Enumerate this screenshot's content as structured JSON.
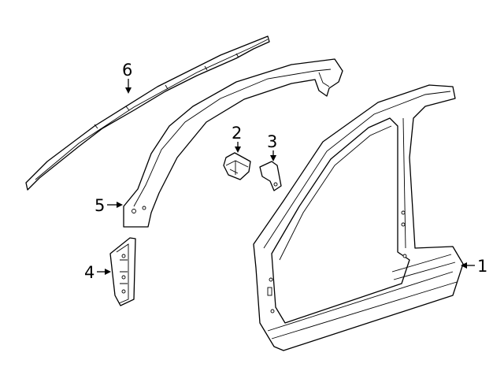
{
  "diagram": {
    "callouts": [
      {
        "number": "1",
        "part": "uniside-panel"
      },
      {
        "number": "2",
        "part": "bracket-block"
      },
      {
        "number": "3",
        "part": "bracket-plate"
      },
      {
        "number": "4",
        "part": "hinge-pillar-reinforcement"
      },
      {
        "number": "5",
        "part": "windshield-pillar-inner"
      },
      {
        "number": "6",
        "part": "roof-rail-strip"
      }
    ]
  }
}
